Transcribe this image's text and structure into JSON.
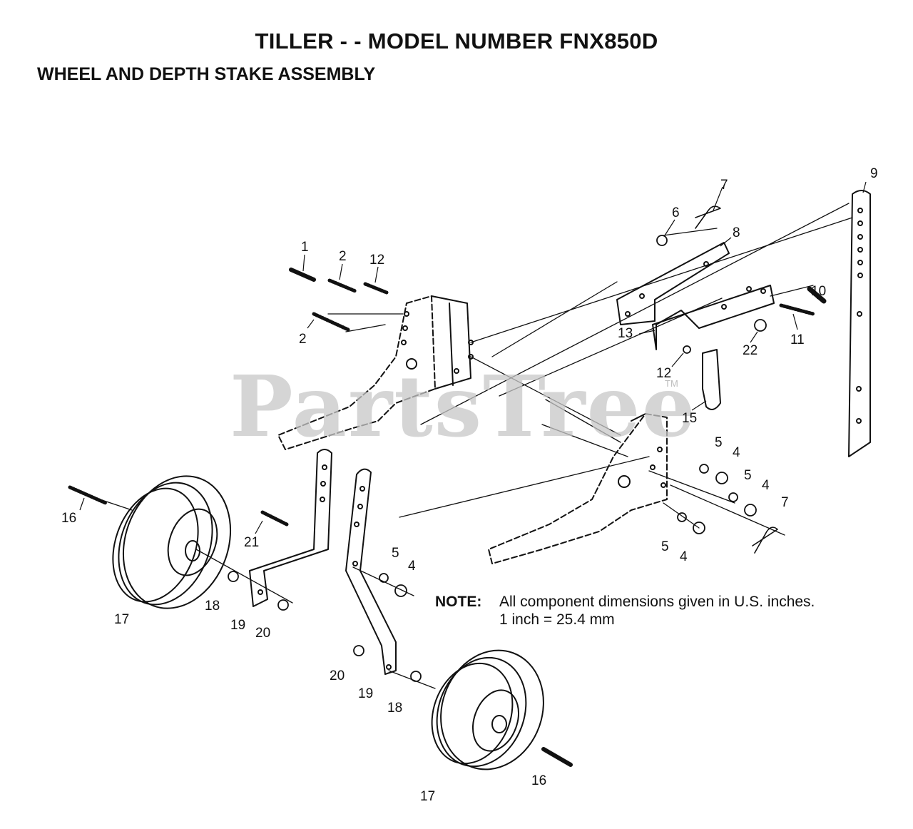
{
  "title": "TILLER - - MODEL NUMBER  FNX850D",
  "section": "WHEEL AND DEPTH STAKE ASSEMBLY",
  "watermark": "PartsTree",
  "watermark_tm": "TM",
  "note": {
    "label": "NOTE:",
    "line1": "All component dimensions given in U.S. inches.",
    "line2": "1 inch = 25.4 mm"
  },
  "callouts": {
    "c1": "1",
    "c2a": "2",
    "c2b": "2",
    "c12a": "12",
    "c12b": "12",
    "c6": "6",
    "c7a": "7",
    "c7b": "7",
    "c8": "8",
    "c9": "9",
    "c10": "10",
    "c11": "11",
    "c13": "13",
    "c22": "22",
    "c15": "15",
    "c5a": "5",
    "c4a": "4",
    "c5b": "5",
    "c4b": "4",
    "c5c": "5",
    "c4c": "4",
    "c5d": "5",
    "c4d": "4",
    "c16a": "16",
    "c16b": "16",
    "c17a": "17",
    "c17b": "17",
    "c18a": "18",
    "c18b": "18",
    "c19a": "19",
    "c19b": "19",
    "c20a": "20",
    "c20b": "20",
    "c21": "21"
  }
}
